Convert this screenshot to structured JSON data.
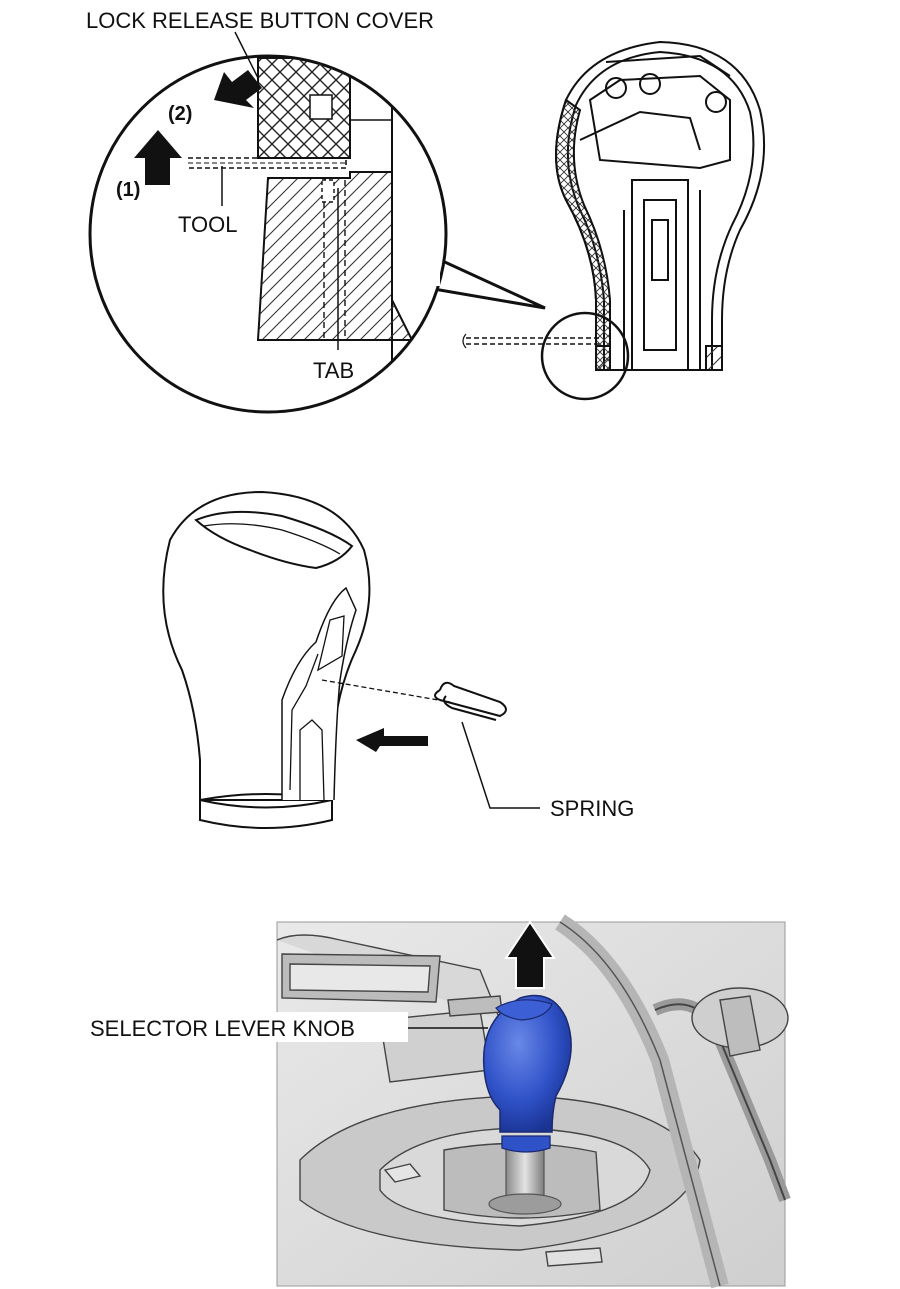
{
  "figures": {
    "top": {
      "label_cover": "LOCK RELEASE BUTTON COVER",
      "label_tool": "TOOL",
      "label_tab": "TAB",
      "step_1": "(1)",
      "step_2": "(2)"
    },
    "middle": {
      "label_spring": "SPRING"
    },
    "bottom": {
      "label_knob": "SELECTOR LEVER KNOB",
      "knob_color": "#2f52c8"
    }
  }
}
